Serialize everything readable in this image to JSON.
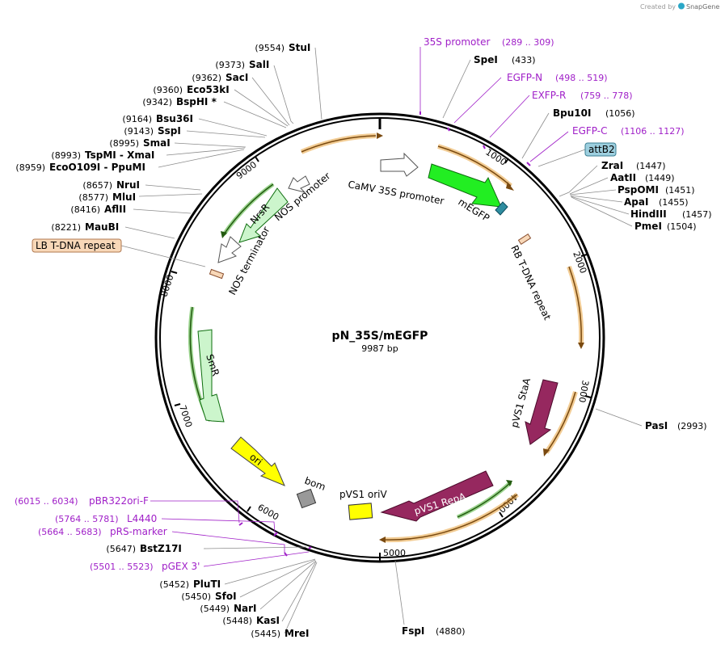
{
  "credit": {
    "created_by": "Created by",
    "brand": "SnapGene"
  },
  "plasmid": {
    "name": "pN_35S/mEGFP",
    "length": "9987 bp"
  },
  "enzymes_left": [
    {
      "pos": "(9554)",
      "name": "StuI"
    },
    {
      "pos": "(9373)",
      "name": "SalI"
    },
    {
      "pos": "(9362)",
      "name": "SacI"
    },
    {
      "pos": "(9360)",
      "name": "Eco53kI"
    },
    {
      "pos": "(9342)",
      "name": "BspHI *"
    },
    {
      "pos": "(9164)",
      "name": "Bsu36I"
    },
    {
      "pos": "(9143)",
      "name": "SspI"
    },
    {
      "pos": "(8995)",
      "name": "SmaI"
    },
    {
      "pos": "(8993)",
      "name": "TspMI  - XmaI"
    },
    {
      "pos": "(8959)",
      "name": "EcoO109I  - PpuMI"
    },
    {
      "pos": "(8657)",
      "name": "NruI"
    },
    {
      "pos": "(8577)",
      "name": "MluI"
    },
    {
      "pos": "(8416)",
      "name": "AflII"
    },
    {
      "pos": "(8221)",
      "name": "MauBI"
    }
  ],
  "enzymes_right": [
    {
      "pos": "(433)",
      "name": "SpeI"
    },
    {
      "pos": "(1056)",
      "name": "Bpu10I"
    },
    {
      "pos": "(1447)",
      "name": "ZraI"
    },
    {
      "pos": "(1449)",
      "name": "AatII"
    },
    {
      "pos": "(1451)",
      "name": "PspOMI"
    },
    {
      "pos": "(1455)",
      "name": "ApaI"
    },
    {
      "pos": "(1457)",
      "name": "HindIII"
    },
    {
      "pos": "(1504)",
      "name": "PmeI"
    },
    {
      "pos": "(2993)",
      "name": "PasI"
    }
  ],
  "enzymes_bottom": [
    {
      "pos": "(5647)",
      "name": "BstZ17I"
    },
    {
      "pos": "(5452)",
      "name": "PluTI"
    },
    {
      "pos": "(5450)",
      "name": "SfoI"
    },
    {
      "pos": "(5449)",
      "name": "NarI"
    },
    {
      "pos": "(5448)",
      "name": "KasI"
    },
    {
      "pos": "(5445)",
      "name": "MreI"
    },
    {
      "pos": "(4880)",
      "name": "FspI"
    }
  ],
  "primers": [
    {
      "name": "35S promoter",
      "range": "(289 .. 309)"
    },
    {
      "name": "EGFP-N",
      "range": "(498 .. 519)"
    },
    {
      "name": "EXFP-R",
      "range": "(759 .. 778)"
    },
    {
      "name": "EGFP-C",
      "range": "(1106 .. 1127)"
    },
    {
      "name": "pBR322ori-F",
      "range": "(6015 .. 6034)"
    },
    {
      "name": "L4440",
      "range": "(5764 .. 5781)"
    },
    {
      "name": "pRS-marker",
      "range": "(5664 .. 5683)"
    },
    {
      "name": "pGEX 3'",
      "range": "(5501 .. 5523)"
    }
  ],
  "boxed_features": {
    "attB2": "attB2",
    "lb_repeat": "LB T-DNA repeat"
  },
  "features": {
    "camv": "CaMV 35S promoter",
    "megfp": "mEGFP",
    "nos_promoter": "NOS promoter",
    "nrsr": "NrsR",
    "nos_terminator": "NOS terminator",
    "rb_repeat": "RB T-DNA repeat",
    "pvs1_staa": "pVS1 StaA",
    "pvs1_repa": "pVS1 RepA",
    "pvs1_oriv": "pVS1 oriV",
    "bom": "bom",
    "ori": "ori",
    "smr": "SmR"
  },
  "ticks": [
    "1000",
    "2000",
    "3000",
    "4000",
    "5000",
    "6000",
    "7000",
    "8000",
    "9000"
  ],
  "colors": {
    "backbone": "#000000",
    "orf_orange": "#e8a23c",
    "orf_green": "#37a91e",
    "egfp": "#22ee22",
    "nrsr": "#ccf5cc",
    "pvs1": "#96285f",
    "yellow": "#ffff00",
    "bom": "#999999",
    "primer": "#a020c8",
    "attb2": "#9dcfdf",
    "lb_repeat": "#f8d8b8"
  }
}
